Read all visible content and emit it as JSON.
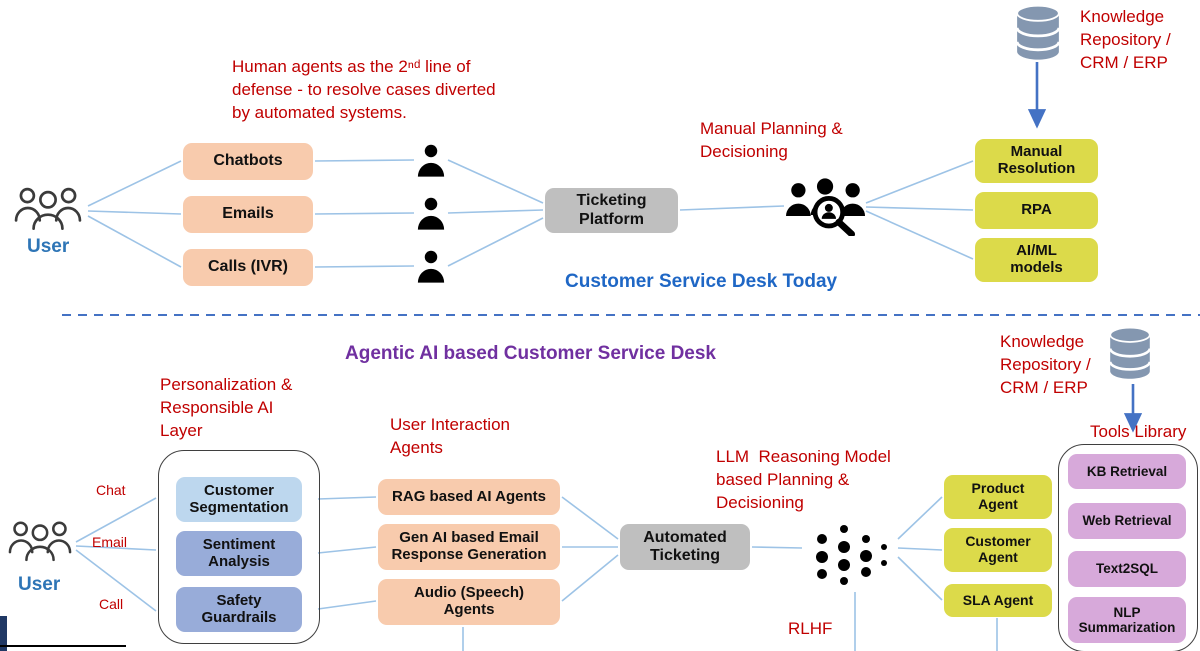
{
  "colors": {
    "annotation_red": "#C00000",
    "title_blue": "#1F67C5",
    "user_label_blue": "#2E75B6",
    "title_purple": "#7030A0",
    "connector_light_blue": "#9DC3E6",
    "arrow_dark_blue": "#4472C4",
    "channel_box_orange": "#F8CBAD",
    "resolution_box_yellow": "#DCDA4A",
    "ticketing_box_gray": "#BFBFBF",
    "personalization_light_blue": "#BDD7EE",
    "personalization_periwinkle": "#98ACD9",
    "tools_box_purple": "#D7A9DA",
    "database_icon_slate": "#8497B0"
  },
  "top": {
    "title": "Customer Service Desk Today",
    "user_label": "User",
    "annotation_lines": [
      "Human agents as the 2ⁿᵈ line of",
      "defense - to resolve cases diverted",
      "by automated systems."
    ],
    "channels": [
      "Chatbots",
      "Emails",
      "Calls (IVR)"
    ],
    "ticketing_label": "Ticketing Platform",
    "manual_planning_lines": [
      "Manual Planning &",
      "Decisioning"
    ],
    "resolutions": [
      "Manual Resolution",
      "RPA",
      "AI/ML models"
    ],
    "knowledge_lines": [
      "Knowledge",
      "Repository /",
      "CRM / ERP"
    ]
  },
  "bottom": {
    "title": "Agentic AI based Customer Service Desk",
    "user_label": "User",
    "channel_labels": [
      "Chat",
      "Email",
      "Call"
    ],
    "personalization_lines": [
      "Personalization &",
      "Responsible AI",
      "Layer"
    ],
    "personalization_boxes": [
      "Customer Segmentation",
      "Sentiment Analysis",
      "Safety Guardrails"
    ],
    "interaction_lines": [
      "User Interaction",
      "Agents"
    ],
    "interaction_boxes": [
      "RAG based AI Agents",
      "Gen AI based Email Response Generation",
      "Audio (Speech) Agents"
    ],
    "ticketing_label": "Automated Ticketing",
    "llm_lines": [
      "LLM  Reasoning Model",
      "based Planning &",
      "Decisioning"
    ],
    "rlhf_label": "RLHF",
    "agent_boxes": [
      "Product Agent",
      "Customer Agent",
      "SLA Agent"
    ],
    "knowledge_lines": [
      "Knowledge",
      "Repository /",
      "CRM / ERP"
    ],
    "tools_label": "Tools Library",
    "tool_boxes": [
      "KB Retrieval",
      "Web Retrieval",
      "Text2SQL",
      "NLP Summarization"
    ]
  }
}
